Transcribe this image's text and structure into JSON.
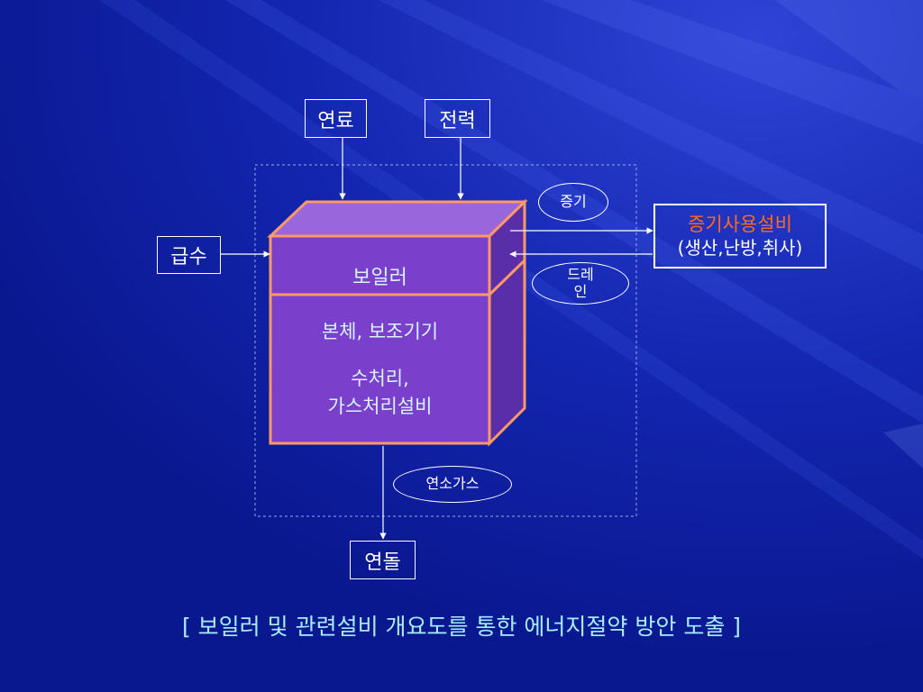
{
  "inputs": {
    "fuel": "연료",
    "power": "전력",
    "feedwater": "급수"
  },
  "boiler": {
    "top_label": "보일러",
    "body_line1": "본체, 보조기기",
    "body_line2": "수처리,",
    "body_line3": "가스처리설비"
  },
  "flows": {
    "steam": "증기",
    "drain_line1": "드레",
    "drain_line2": "인",
    "flue_gas": "연소가스"
  },
  "equipment": {
    "title": "증기사용설비",
    "subtitle": "(생산,난방,취사)"
  },
  "chimney": "연돌",
  "caption": "[ 보일러 및 관련설비 개요도를 통한 에너지절약 방안 도출 ]",
  "colors": {
    "background": "#0a1a9c",
    "cube_front": "#7a40cc",
    "cube_top": "#9a66dc",
    "cube_side": "#5a2ea8",
    "cube_edge": "#ff9966",
    "equipment_title": "#ff6a1a",
    "caption": "#a8ecff"
  }
}
